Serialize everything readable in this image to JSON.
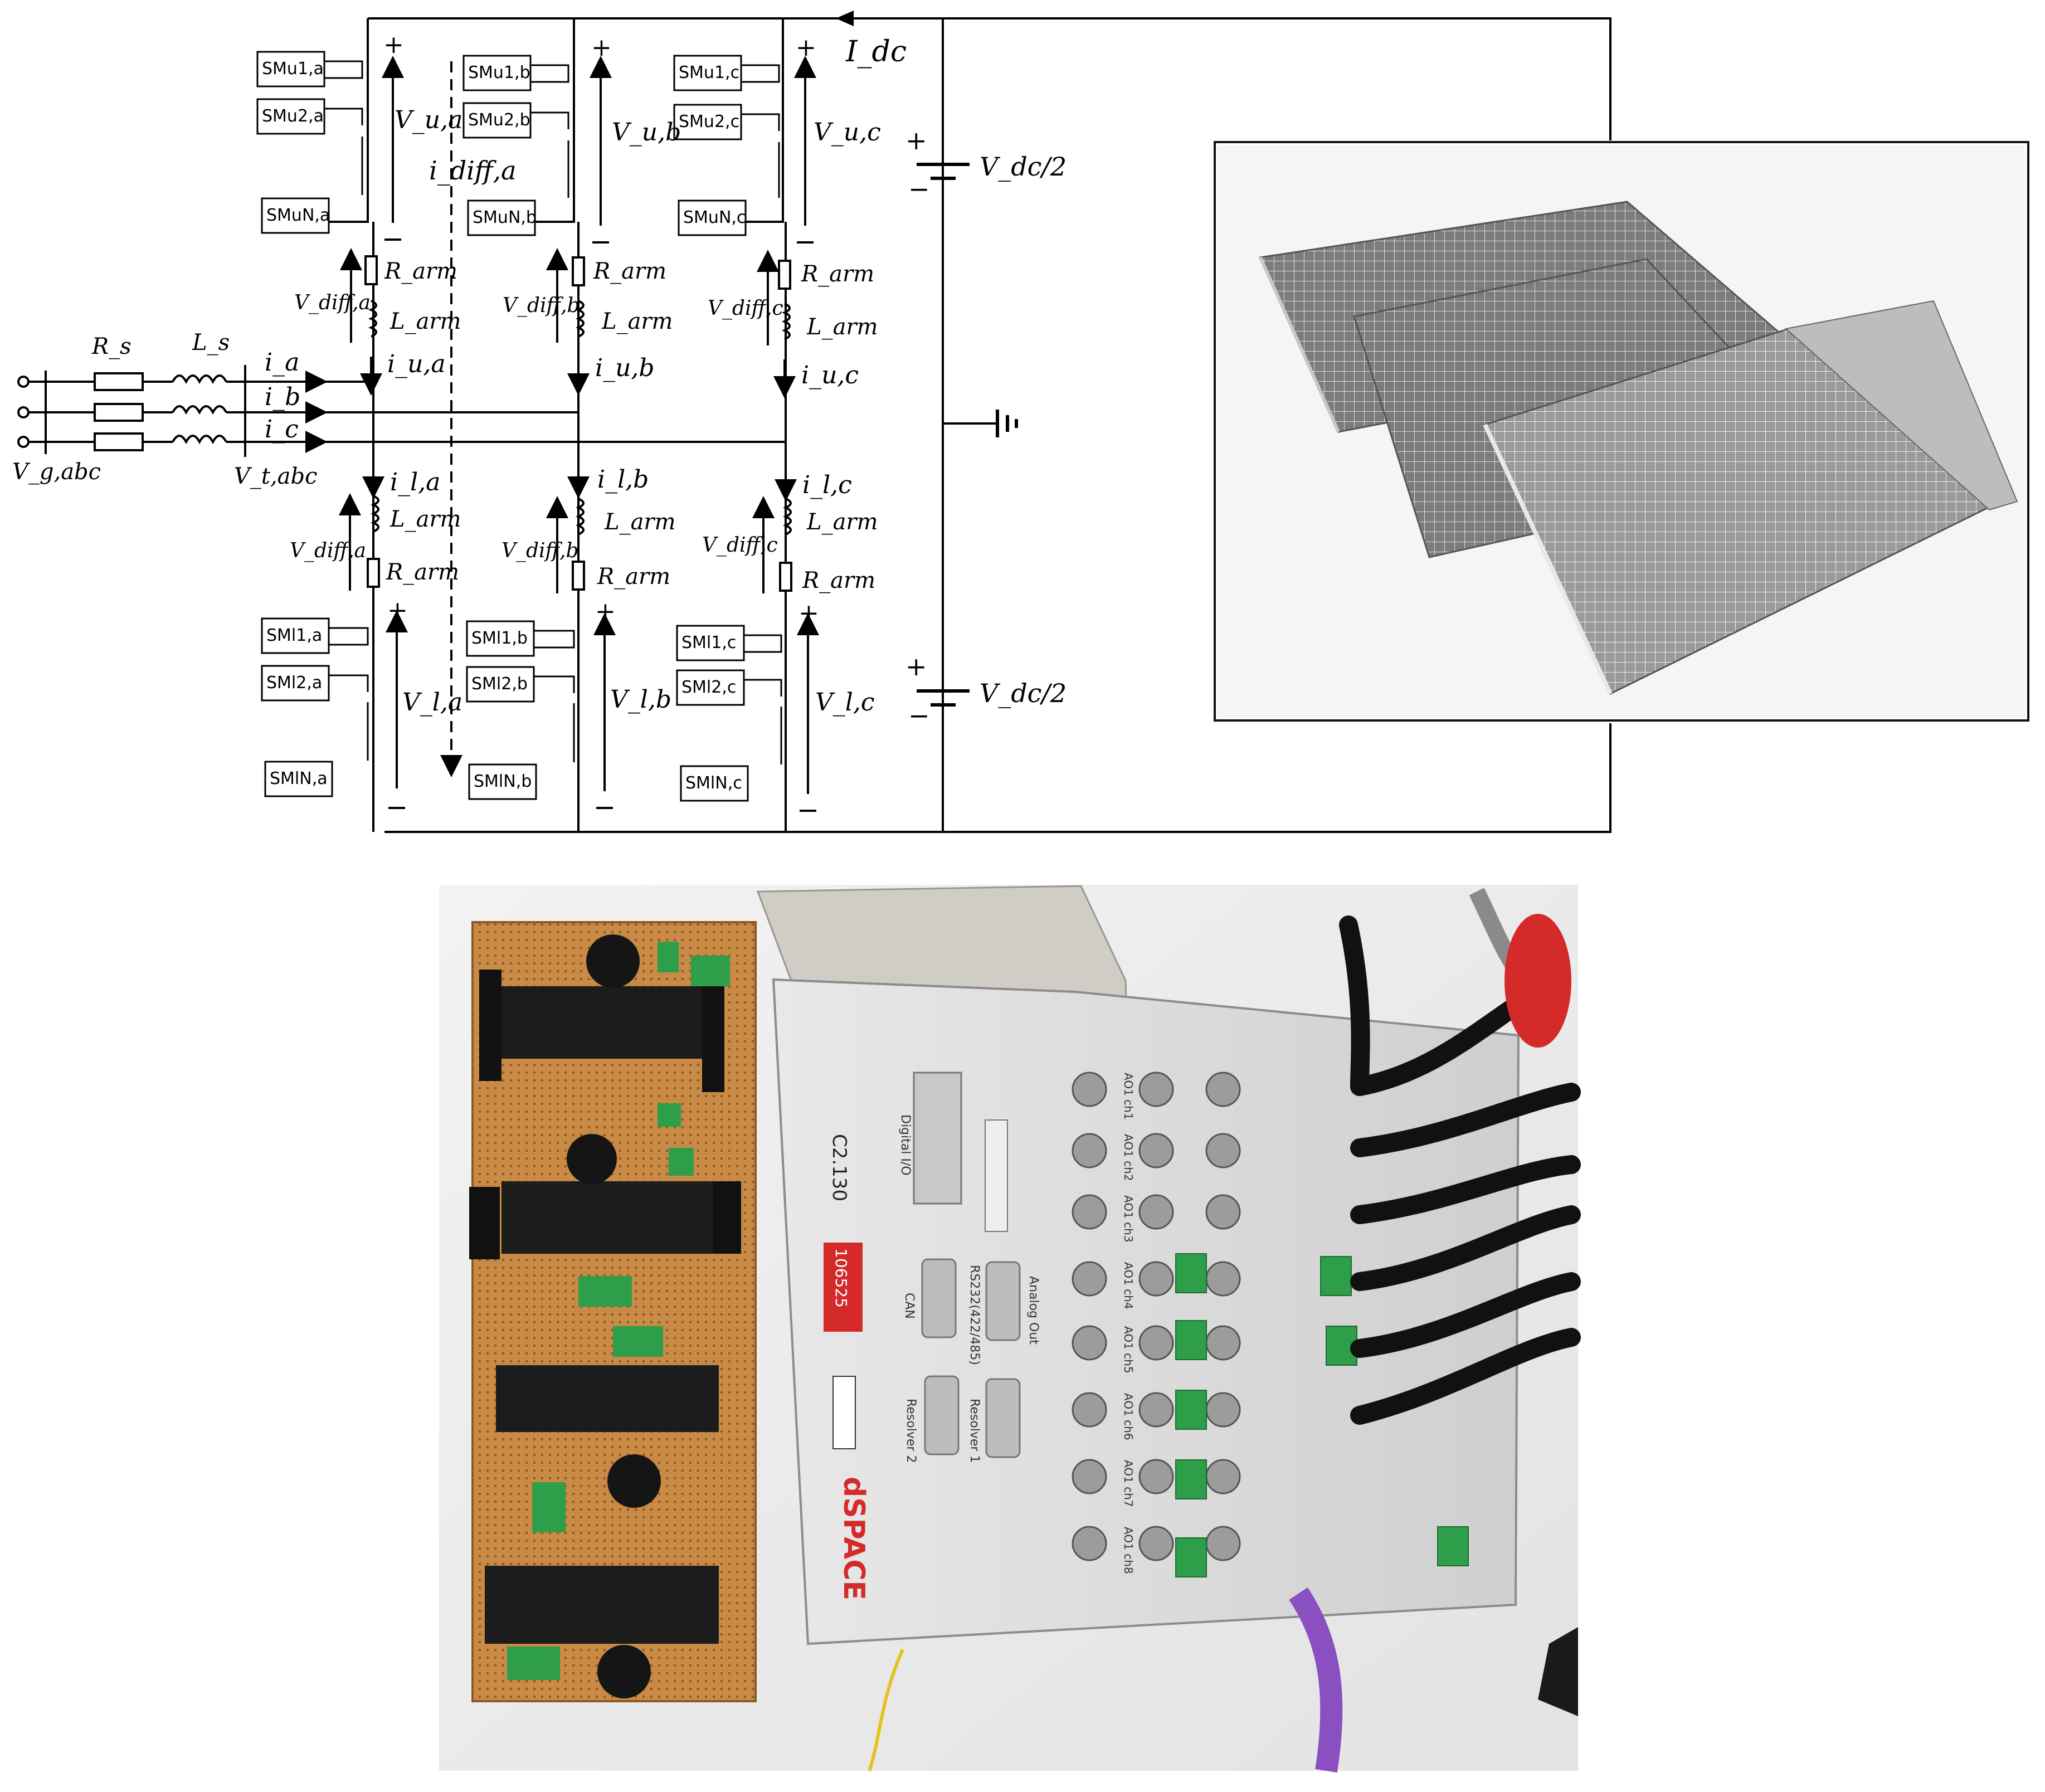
{
  "schematic": {
    "submodules": {
      "a_upper": [
        "SMu1,a",
        "SMu2,a",
        "SMuN,a"
      ],
      "b_upper": [
        "SMu1,b",
        "SMu2,b",
        "SMuN,b"
      ],
      "c_upper": [
        "SMu1,c",
        "SMu2,c",
        "SMuN,c"
      ],
      "a_lower": [
        "SMl1,a",
        "SMl2,a",
        "SMlN,a"
      ],
      "b_lower": [
        "SMl1,b",
        "SMl2,b",
        "SMlN,b"
      ],
      "c_lower": [
        "SMl1,c",
        "SMl2,c",
        "SMlN,c"
      ]
    },
    "labels": {
      "idc": "I_dc",
      "vdc_upper": "V_dc/2",
      "vdc_lower": "V_dc/2",
      "vua": "V_u,a",
      "vub": "V_u,b",
      "vuc": "V_u,c",
      "vla": "V_l,a",
      "vlb": "V_l,b",
      "vlc": "V_l,c",
      "idiff": "i_diff,a",
      "rarm": "R_arm",
      "larm": "L_arm",
      "vdiffa": "V_diff,a",
      "vdiffb": "V_diff,b",
      "vdiffc": "V_diff,c",
      "iua": "i_u,a",
      "iub": "i_u,b",
      "iuc": "i_u,c",
      "ila": "i_l,a",
      "ilb": "i_l,b",
      "ilc": "i_l,c",
      "rs": "R_s",
      "ls": "L_s",
      "ia": "i_a",
      "ib": "i_b",
      "ic": "i_c",
      "vg": "V_g,abc",
      "vt": "V_t,abc",
      "plus": "+",
      "minus": "−"
    }
  },
  "photo": {
    "brand": "dSPACE",
    "unit_tag": "C2.130",
    "barcode_tag": "106525",
    "panel_labels": [
      "Digital I/O",
      "CAN",
      "RS232(422/485)",
      "Resolver 2",
      "Resolver 1",
      "Analog Out"
    ],
    "analog_labels": [
      "AO1 ch1",
      "AO1 ch2",
      "AO1 ch3",
      "AO1 ch4",
      "AO1 ch5",
      "AO1 ch6",
      "AO1 ch7",
      "AO1 ch8"
    ]
  },
  "colors": {
    "board": "#c98a45",
    "heatsink": "#1c1c1c",
    "terminal": "#2e9e4a",
    "dspace_body": "#dcdcdc",
    "ribbon": "#cfcdc6",
    "purple_cable": "#8a4fc0",
    "brand_blue": "#1f3f8f",
    "brand_red": "#d42a2a"
  }
}
